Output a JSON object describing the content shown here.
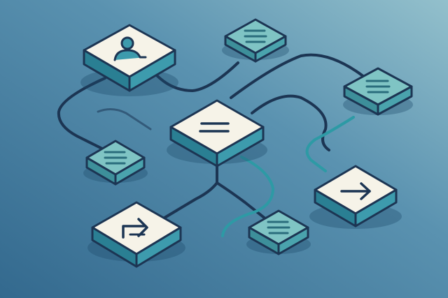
{
  "diagram": {
    "description_text": "",
    "colors": {
      "background_start": "#3b7396",
      "background_end": "#8fbac9",
      "line_dark": "#1c3553",
      "line_teal": "#2d9aa5",
      "node_top_light": "#f6f3e8",
      "node_side_dark": "#2e8ea0",
      "node_top_teal": "#7fc4c4",
      "node_side_teal": "#3d8f9a",
      "shadow": "#1d4a6b"
    },
    "nodes": [
      {
        "id": "user-node",
        "kind": "large-light",
        "icon": "user-icon"
      },
      {
        "id": "center-node",
        "kind": "large-light",
        "icon": "equals-icon"
      },
      {
        "id": "arrow-right-node",
        "kind": "large-light",
        "icon": "arrow-right-icon"
      },
      {
        "id": "forward-node",
        "kind": "large-light",
        "icon": "forward-arrow-icon"
      },
      {
        "id": "top-right-node",
        "kind": "small-teal",
        "icon": "lines-icon"
      },
      {
        "id": "right-node",
        "kind": "small-teal",
        "icon": "lines-icon"
      },
      {
        "id": "left-node",
        "kind": "small-teal",
        "icon": "lines-icon"
      },
      {
        "id": "bottom-node",
        "kind": "small-teal",
        "icon": "lines-icon"
      }
    ]
  }
}
